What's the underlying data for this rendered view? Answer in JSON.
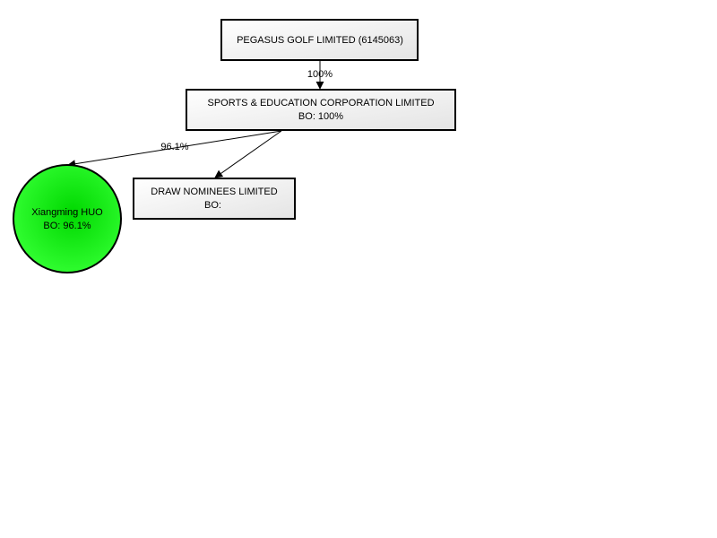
{
  "diagram": {
    "nodes": {
      "pegasus": {
        "label": "PEGASUS GOLF LIMITED (6145063)"
      },
      "sports": {
        "line1": "SPORTS & EDUCATION CORPORATION LIMITED",
        "line2": "BO: 100%"
      },
      "draw": {
        "line1": "DRAW NOMINEES LIMITED",
        "line2": "BO:"
      },
      "xiangming": {
        "line1": "Xiangming HUO",
        "line2": "BO: 96.1%",
        "fill_color": "#22e422"
      }
    },
    "edges": {
      "pegasus_to_sports": {
        "label": "100%"
      },
      "sports_to_xiangming": {
        "label": "96.1%"
      },
      "sports_to_draw": {
        "label": ""
      }
    }
  }
}
